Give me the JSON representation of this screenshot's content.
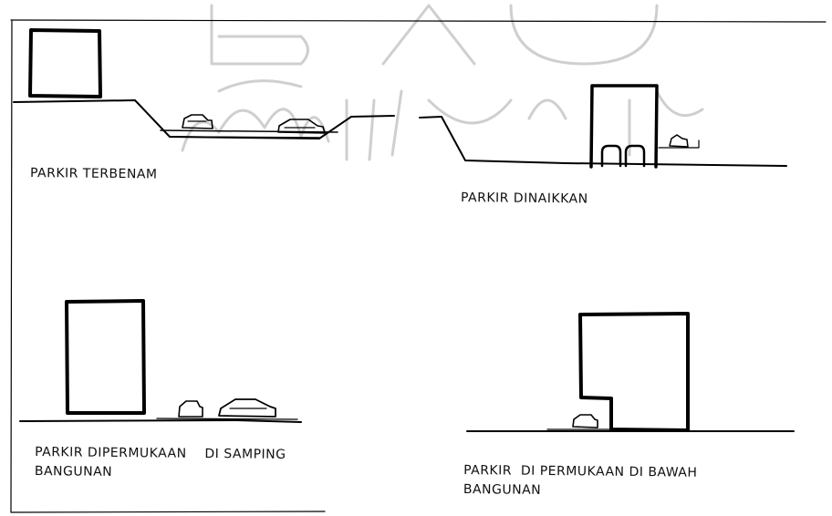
{
  "panels": [
    {
      "id": "sunken",
      "label_lines": [
        "PARKIR TERBENAM"
      ]
    },
    {
      "id": "raised",
      "label_lines": [
        "PARKIR DINAIKKAN"
      ]
    },
    {
      "id": "surface-beside",
      "label_lines": [
        "PARKIR DIPERMUKAAN    DI SAMPING",
        "BANGUNAN"
      ]
    },
    {
      "id": "surface-under",
      "label_lines": [
        "PARKIR  DI PERMUKAAN DI BAWAH",
        "BANGUNAN"
      ]
    }
  ],
  "colors": {
    "ink": "#000000",
    "watermark": "#cfcfcf",
    "background": "#ffffff"
  }
}
